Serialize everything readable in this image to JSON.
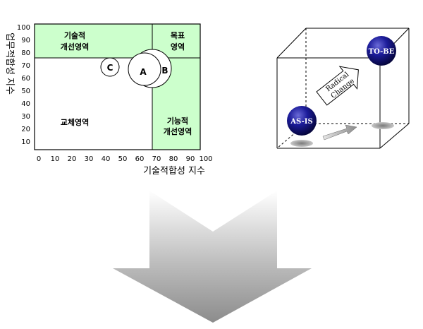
{
  "matrix": {
    "y_axis_title": "업무적합성 지수",
    "x_axis_title": "기술적합성 지수",
    "y_ticks": [
      "10",
      "20",
      "30",
      "40",
      "50",
      "60",
      "70",
      "80",
      "90",
      "100"
    ],
    "x_ticks": [
      "0",
      "10",
      "20",
      "30",
      "40",
      "50",
      "60",
      "70",
      "80",
      "90",
      "100"
    ],
    "zones": {
      "tech_improve_l1": "기술적",
      "tech_improve_l2": "개선영역",
      "target_l1": "목표",
      "target_l2": "영역",
      "replace": "교체영역",
      "func_improve_l1": "기능적",
      "func_improve_l2": "개선영역"
    },
    "points": {
      "a": "A",
      "b": "B",
      "c": "C"
    },
    "colors": {
      "zone_fill": "#ccffcc",
      "zone_border": "#000000"
    }
  },
  "cube": {
    "as_is_label": "AS-IS",
    "to_be_label": "TO-BE",
    "arrow_line1": "Radical",
    "arrow_line2": "Change",
    "colors": {
      "sphere": "#1a1a8c",
      "shadow": "#999999"
    }
  },
  "down_arrow": {
    "colors": {
      "fill": "#9a9a9a"
    }
  }
}
